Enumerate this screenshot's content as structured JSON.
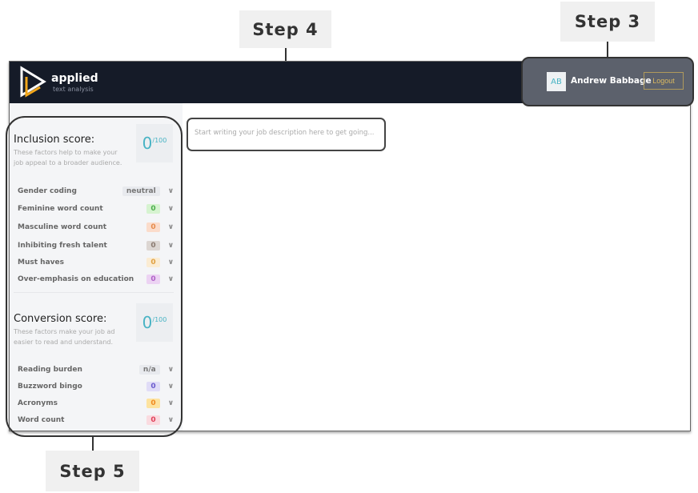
{
  "steps": {
    "step3": "Step 3",
    "step4": "Step 4",
    "step5": "Step 5"
  },
  "header": {
    "brand": "applied",
    "brand_sub": "text analysis",
    "user_initials": "AB",
    "user_name": "Andrew Babbage",
    "logout_label": "Logout"
  },
  "editor": {
    "placeholder": "Start writing your job description here to get going..."
  },
  "inclusion": {
    "title": "Inclusion score:",
    "description": "These factors help to make your job appeal to a broader audience.",
    "score": "0",
    "max": "/100",
    "rows": [
      {
        "label": "Gender coding",
        "value": "neutral",
        "bg": "#e8eaee",
        "color": "#777"
      },
      {
        "label": "Feminine word count",
        "value": "0",
        "bg": "#d6f3d0",
        "color": "#4cae4c"
      },
      {
        "label": "Masculine word count",
        "value": "0",
        "bg": "#fbdccb",
        "color": "#e58b4b"
      },
      {
        "label": "Inhibiting fresh talent",
        "value": "0",
        "bg": "#dcd6d2",
        "color": "#8a7a70"
      },
      {
        "label": "Must haves",
        "value": "0",
        "bg": "#fbecd3",
        "color": "#e0a040"
      },
      {
        "label": "Over-emphasis on education",
        "value": "0",
        "bg": "#ecd3f3",
        "color": "#b060c8"
      }
    ]
  },
  "conversion": {
    "title": "Conversion score:",
    "description": "These factors make your job ad easier to read and understand.",
    "score": "0",
    "max": "/100",
    "rows": [
      {
        "label": "Reading burden",
        "value": "n/a",
        "bg": "#e8eaee",
        "color": "#777"
      },
      {
        "label": "Buzzword bingo",
        "value": "0",
        "bg": "#e0dcf7",
        "color": "#6a5acd"
      },
      {
        "label": "Acronyms",
        "value": "0",
        "bg": "#fde3a0",
        "color": "#f08a20"
      },
      {
        "label": "Word count",
        "value": "0",
        "bg": "#fadbe0",
        "color": "#e0405a"
      }
    ]
  }
}
